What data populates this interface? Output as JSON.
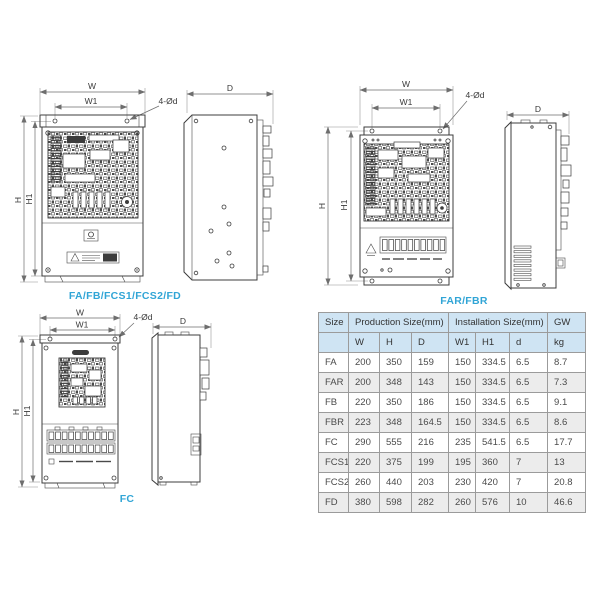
{
  "colors": {
    "caption": "#31a5d6",
    "drawing_line": "#3c3c3c",
    "table_header_bg": "#cfe4f3",
    "table_alt_bg": "#ececec",
    "table_border": "#9b9b9b"
  },
  "dims": {
    "w": "W",
    "w1": "W1",
    "h": "H",
    "h1": "H1",
    "d": "D",
    "holes": "4-Ød"
  },
  "drawings": [
    {
      "id": "fa",
      "caption": "FA/FB/FCS1/FCS2/FD"
    },
    {
      "id": "far",
      "caption": "FAR/FBR"
    },
    {
      "id": "fc",
      "caption": "FC"
    }
  ],
  "table": {
    "header_row1": {
      "size": "Size",
      "production": "Production Size(mm)",
      "installation": "Installation Size(mm)",
      "gw": "GW"
    },
    "header_row2": {
      "w": "W",
      "h": "H",
      "d": "D",
      "w1": "W1",
      "h1": "H1",
      "dd": "d",
      "kg": "kg"
    },
    "rows": [
      {
        "size": "FA",
        "w": "200",
        "h": "350",
        "d": "159",
        "w1": "150",
        "h1": "334.5",
        "dd": "6.5",
        "kg": "8.7"
      },
      {
        "size": "FAR",
        "w": "200",
        "h": "348",
        "d": "143",
        "w1": "150",
        "h1": "334.5",
        "dd": "6.5",
        "kg": "7.3"
      },
      {
        "size": "FB",
        "w": "220",
        "h": "350",
        "d": "186",
        "w1": "150",
        "h1": "334.5",
        "dd": "6.5",
        "kg": "9.1"
      },
      {
        "size": "FBR",
        "w": "223",
        "h": "348",
        "d": "164.5",
        "w1": "150",
        "h1": "334.5",
        "dd": "6.5",
        "kg": "8.6"
      },
      {
        "size": "FC",
        "w": "290",
        "h": "555",
        "d": "216",
        "w1": "235",
        "h1": "541.5",
        "dd": "6.5",
        "kg": "17.7"
      },
      {
        "size": "FCS1",
        "w": "220",
        "h": "375",
        "d": "199",
        "w1": "195",
        "h1": "360",
        "dd": "7",
        "kg": "13"
      },
      {
        "size": "FCS2",
        "w": "260",
        "h": "440",
        "d": "203",
        "w1": "230",
        "h1": "420",
        "dd": "7",
        "kg": "20.8"
      },
      {
        "size": "FD",
        "w": "380",
        "h": "598",
        "d": "282",
        "w1": "260",
        "h1": "576",
        "dd": "10",
        "kg": "46.6"
      }
    ]
  }
}
